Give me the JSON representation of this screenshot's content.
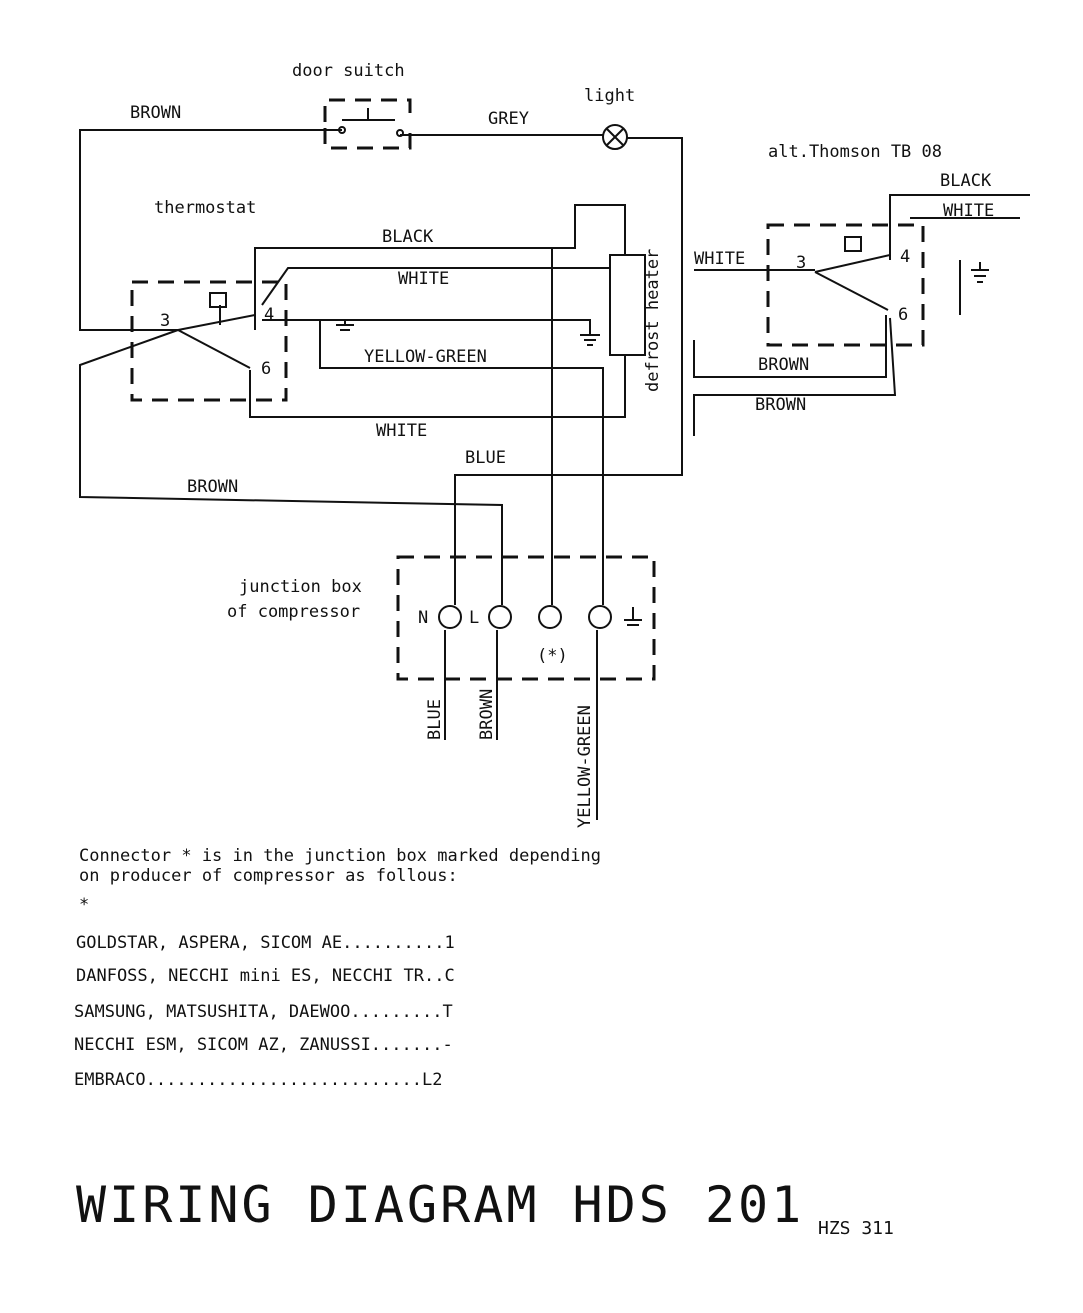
{
  "diagram": {
    "labels": {
      "door_switch": "door suitch",
      "light": "light",
      "alt_thermostat": "alt.Thomson TB 08",
      "thermostat": "thermostat",
      "defrost_heater": "defrost heater",
      "junction_box_line1": "junction box",
      "junction_box_line2": "of compressor",
      "star_mark": "(*)",
      "term_n": "N",
      "term_l": "L",
      "term_3": "3",
      "term_4": "4",
      "term_6": "6"
    },
    "wires": {
      "brown": "BROWN",
      "grey": "GREY",
      "black": "BLACK",
      "white": "WHITE",
      "yellow_green": "YELLOW-GREEN",
      "blue": "BLUE"
    }
  },
  "notes": {
    "connector_line1": "Connector * is in the junction box marked depending",
    "connector_line2": "on producer of compressor as follous:",
    "star": "*",
    "rows": [
      "GOLDSTAR, ASPERA, SICOM AE..........1",
      "DANFOSS, NECCHI mini ES, NECCHI TR..C",
      "SAMSUNG, MATSUSHITA, DAEWOO.........T",
      "NECCHI ESM, SICOM AZ, ZANUSSI.......-",
      "EMBRACO...........................L2"
    ]
  },
  "title": {
    "main": "WIRING DIAGRAM HDS 201",
    "sub": "HZS 311"
  }
}
